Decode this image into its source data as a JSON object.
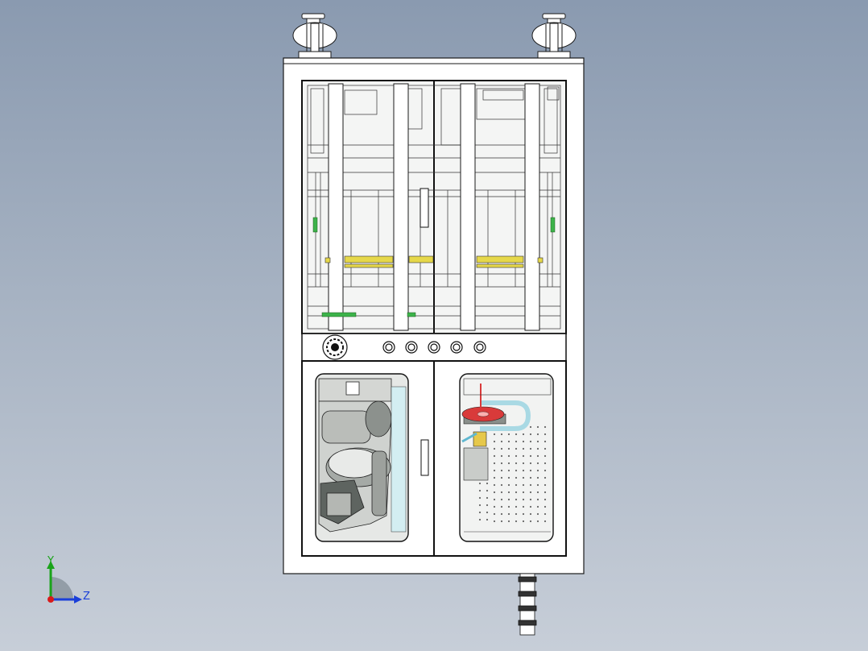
{
  "viewport": {
    "background_top": "#8a9ab0",
    "background_bottom": "#c7ced8"
  },
  "cabinet": {
    "frame_color": "#ffffff",
    "line_color": "#1a1a1a",
    "top_door_count": 2,
    "bottom_door_count": 2,
    "control_panel": {
      "emergency_stop_count": 1,
      "button_count": 5
    },
    "leveling_feet_count": 2
  },
  "details": {
    "highlight_yellow": "#e6d84a",
    "highlight_green": "#3cb34a",
    "highlight_red": "#d93a3a",
    "tube_cyan": "#a9d9e4",
    "metal_gray": "#c9ccc9"
  },
  "triad": {
    "y_label": "Y",
    "z_label": "Z",
    "y_color": "#1aa31a",
    "z_color": "#1a3fd9",
    "x_color": "#d91a1a"
  },
  "signal_tower": {
    "segment_count": 4
  }
}
